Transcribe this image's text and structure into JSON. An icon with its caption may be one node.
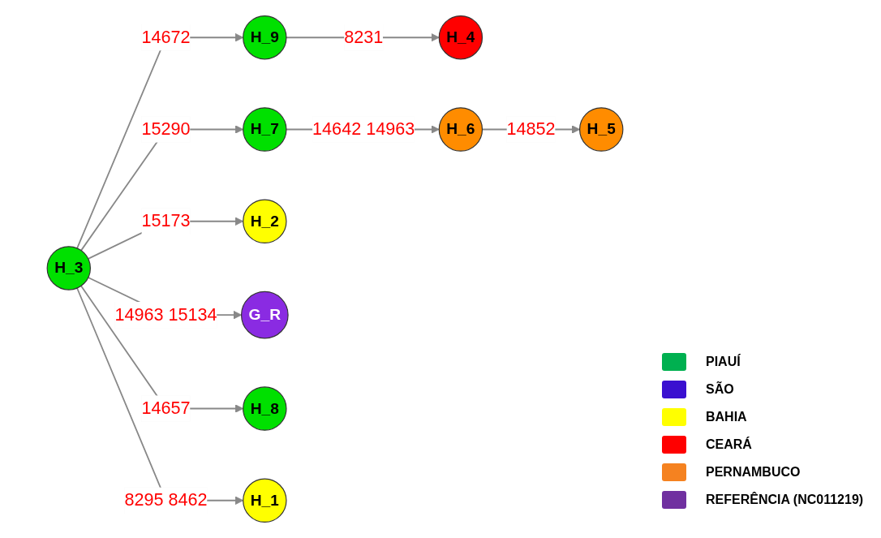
{
  "diagram": {
    "nodes": [
      {
        "text": [
          "H_9"
        ]
      },
      {
        "text": [
          "H_4"
        ]
      },
      {
        "text": [
          "H_7"
        ]
      },
      {
        "text": [
          "H_6"
        ]
      },
      {
        "text": [
          "H_5"
        ]
      },
      {
        "text": [
          "H_2"
        ]
      },
      {
        "text": [
          "H_3"
        ]
      },
      {
        "text": [
          "G_R"
        ]
      },
      {
        "text": [
          "H_8"
        ]
      },
      {
        "text": [
          "H_1"
        ]
      }
    ],
    "edges": [
      {
        "from": 6,
        "to": 0,
        "arrow": "to",
        "label": "14672"
      },
      {
        "from": 0,
        "to": 1,
        "arrow": "to",
        "label": "8231"
      },
      {
        "from": 6,
        "to": 2,
        "arrow": "to",
        "label": "15290"
      },
      {
        "from": 2,
        "to": 3,
        "arrow": "to",
        "label": "14642 14963"
      },
      {
        "from": 3,
        "to": 4,
        "arrow": "to",
        "label": "14852"
      },
      {
        "from": 6,
        "to": 5,
        "arrow": "to",
        "label": "15173"
      },
      {
        "from": 6,
        "to": 7,
        "arrow": "to",
        "label": "14963 15134"
      },
      {
        "from": 6,
        "to": 9,
        "arrow": "to",
        "label": "8295 8462"
      },
      {
        "from": 6,
        "to": 8,
        "arrow": "to",
        "label": "14657"
      }
    ],
    "legend": [
      {
        "text": "PIAUÍ",
        "color": "#00b050"
      },
      {
        "text": "SÃO",
        "color": "#3a10d0"
      },
      {
        "text": "BAHIA",
        "color": "#ffff00"
      },
      {
        "text": "CEARÁ",
        "color": "#ff0000"
      },
      {
        "text": "PERNAMBUCO",
        "color": "#f58220"
      },
      {
        "text": "REFERÊNCIA (NC011219)",
        "color": "#7030a0"
      }
    ]
  }
}
